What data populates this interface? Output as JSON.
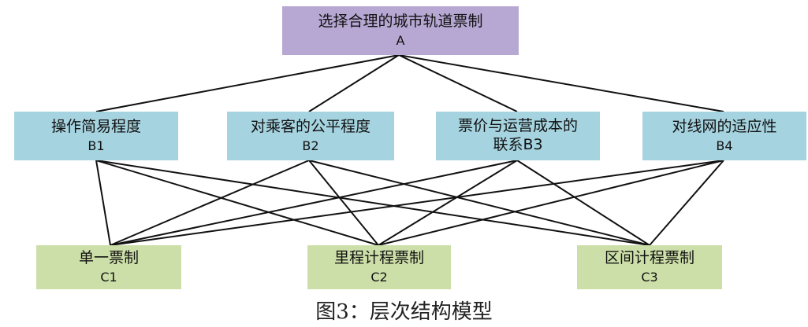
{
  "goal": {
    "label": "选择合理的城市轨道票制",
    "code": "A"
  },
  "criteria": [
    {
      "label": "操作简易程度",
      "code": "B1"
    },
    {
      "label": "对乘客的公平程度",
      "code": "B2"
    },
    {
      "label": "票价与运营成本的",
      "label2": "联系B3"
    },
    {
      "label": "对线网的适应性",
      "code": "B4"
    }
  ],
  "alternatives": [
    {
      "label": "单一票制",
      "code": "C1"
    },
    {
      "label": "里程计程票制",
      "code": "C2"
    },
    {
      "label": "区间计程票制",
      "code": "C3"
    }
  ],
  "caption": "图3：层次结构模型"
}
